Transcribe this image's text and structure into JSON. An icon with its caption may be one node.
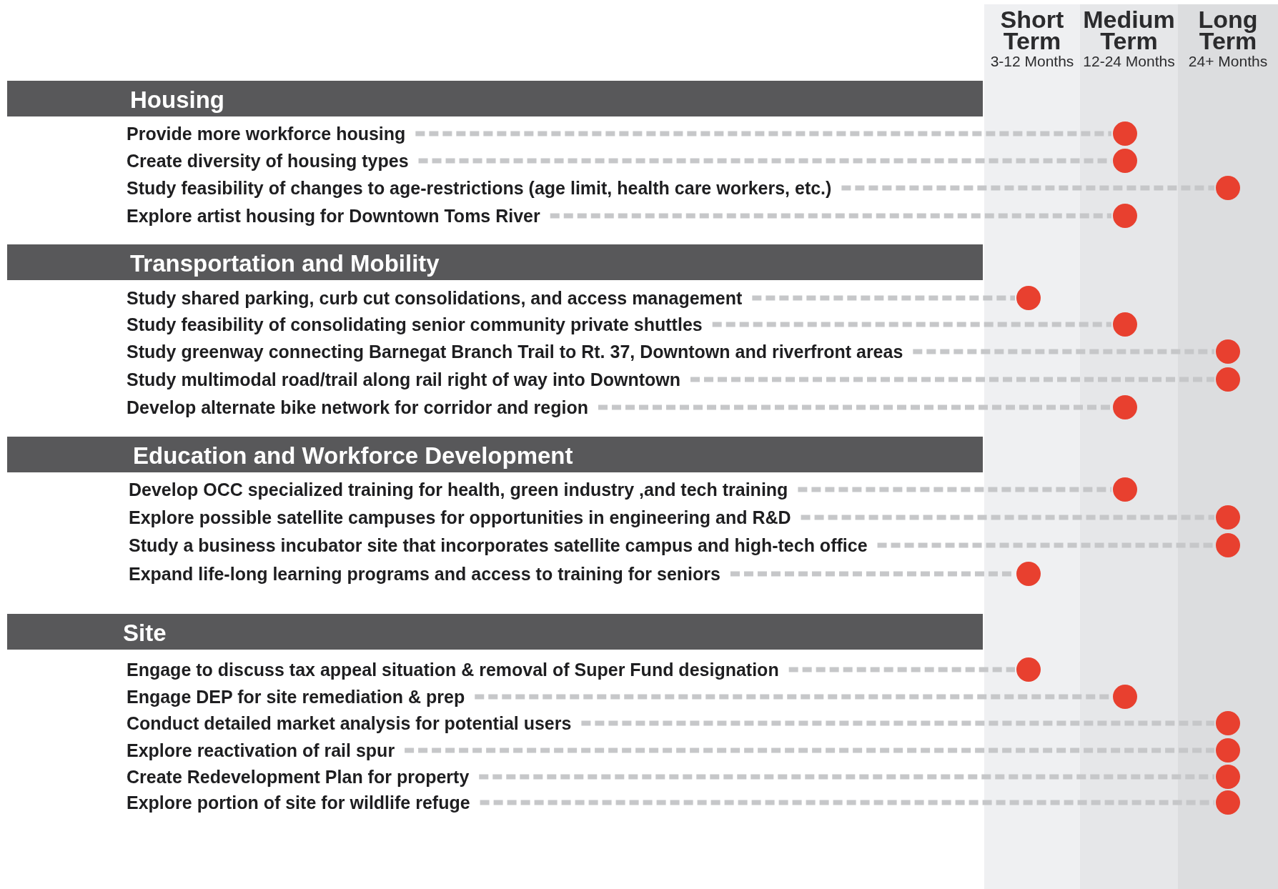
{
  "diagram": {
    "nodes": [
      {
        "text": [
          "Short Term",
          "3-12 Months"
        ]
      },
      {
        "text": [
          "Medium Term",
          "12-24 Months"
        ]
      },
      {
        "text": [
          "Long Term",
          "24+ Months"
        ]
      },
      {
        "text": [
          "Housing"
        ]
      },
      {
        "text": [
          "Provide more workforce housing"
        ]
      },
      {
        "text": [],
        "shape": "circle",
        "in": 1
      },
      {
        "text": [
          "Create diversity of housing types"
        ]
      },
      {
        "text": [],
        "shape": "circle",
        "in": 1
      },
      {
        "text": [
          "Study feasibility of changes to age-restrictions (age limit, health care workers, etc.)"
        ]
      },
      {
        "text": [],
        "shape": "circle",
        "in": 2
      },
      {
        "text": [
          "Explore artist housing for Downtown Toms River"
        ]
      },
      {
        "text": [],
        "shape": "circle",
        "in": 1
      },
      {
        "text": [
          "Transportation and Mobility"
        ]
      },
      {
        "text": [
          "Study shared parking, curb cut consolidations, and access management"
        ]
      },
      {
        "text": [],
        "shape": "circle",
        "in": 0
      },
      {
        "text": [
          "Study feasibility of consolidating senior community private shuttles"
        ]
      },
      {
        "text": [],
        "shape": "circle",
        "in": 1
      },
      {
        "text": [
          "Study greenway connecting Barnegat Branch Trail to Rt. 37, Downtown and riverfront areas"
        ]
      },
      {
        "text": [],
        "shape": "circle",
        "in": 2
      },
      {
        "text": [
          "Study multimodal road/trail along rail right of way into Downtown"
        ]
      },
      {
        "text": [],
        "shape": "circle",
        "in": 2
      },
      {
        "text": [
          "Develop alternate bike network for corridor and region"
        ]
      },
      {
        "text": [],
        "shape": "circle",
        "in": 1
      },
      {
        "text": [
          "Education and Workforce Development"
        ]
      },
      {
        "text": [
          "Develop OCC specialized training for health, green industry ,and tech training"
        ]
      },
      {
        "text": [],
        "shape": "circle",
        "in": 1
      },
      {
        "text": [
          "Explore possible satellite campuses for opportunities in engineering and R&D"
        ]
      },
      {
        "text": [],
        "shape": "circle",
        "in": 2
      },
      {
        "text": [
          "Study a business incubator site that incorporates satellite campus and high-tech office"
        ]
      },
      {
        "text": [],
        "shape": "circle",
        "in": 2
      },
      {
        "text": [
          "Expand life-long learning programs and access to training for seniors"
        ]
      },
      {
        "text": [],
        "shape": "circle",
        "in": 0
      },
      {
        "text": [
          "Site"
        ]
      },
      {
        "text": [
          "Engage to discuss tax appeal situation & removal of Super Fund designation"
        ]
      },
      {
        "text": [],
        "shape": "circle",
        "in": 0
      },
      {
        "text": [
          "Engage DEP for site remediation & prep"
        ]
      },
      {
        "text": [],
        "shape": "circle",
        "in": 1
      },
      {
        "text": [
          "Conduct detailed market analysis for potential users"
        ]
      },
      {
        "text": [],
        "shape": "circle",
        "in": 2
      },
      {
        "text": [
          "Explore reactivation of rail spur"
        ]
      },
      {
        "text": [],
        "shape": "circle",
        "in": 2
      },
      {
        "text": [
          "Create Redevelopment Plan for property"
        ]
      },
      {
        "text": [],
        "shape": "circle",
        "in": 2
      },
      {
        "text": [
          "Explore portion of site for wildlife refuge"
        ]
      },
      {
        "text": [],
        "shape": "circle",
        "in": 2
      }
    ],
    "edges": [
      {
        "from": 4,
        "to": 5,
        "arrow": "none",
        "style": "dashed"
      },
      {
        "from": 6,
        "to": 7,
        "arrow": "none",
        "style": "dashed"
      },
      {
        "from": 8,
        "to": 9,
        "arrow": "none",
        "style": "dashed"
      },
      {
        "from": 10,
        "to": 11,
        "arrow": "none",
        "style": "dashed"
      },
      {
        "from": 13,
        "to": 14,
        "arrow": "none",
        "style": "dashed"
      },
      {
        "from": 15,
        "to": 16,
        "arrow": "none",
        "style": "dashed"
      },
      {
        "from": 17,
        "to": 18,
        "arrow": "none",
        "style": "dashed"
      },
      {
        "from": 19,
        "to": 20,
        "arrow": "none",
        "style": "dashed"
      },
      {
        "from": 21,
        "to": 22,
        "arrow": "none",
        "style": "dashed"
      },
      {
        "from": 24,
        "to": 25,
        "arrow": "none",
        "style": "dashed"
      },
      {
        "from": 26,
        "to": 27,
        "arrow": "none",
        "style": "dashed"
      },
      {
        "from": 28,
        "to": 29,
        "arrow": "none",
        "style": "dashed"
      },
      {
        "from": 30,
        "to": 31,
        "arrow": "none",
        "style": "dashed"
      },
      {
        "from": 33,
        "to": 34,
        "arrow": "none",
        "style": "dashed"
      },
      {
        "from": 35,
        "to": 36,
        "arrow": "none",
        "style": "dashed"
      },
      {
        "from": 37,
        "to": 38,
        "arrow": "none",
        "style": "dashed"
      },
      {
        "from": 39,
        "to": 40,
        "arrow": "none",
        "style": "dashed"
      },
      {
        "from": 41,
        "to": 42,
        "arrow": "none",
        "style": "dashed"
      },
      {
        "from": 43,
        "to": 44,
        "arrow": "none",
        "style": "dashed"
      }
    ]
  }
}
